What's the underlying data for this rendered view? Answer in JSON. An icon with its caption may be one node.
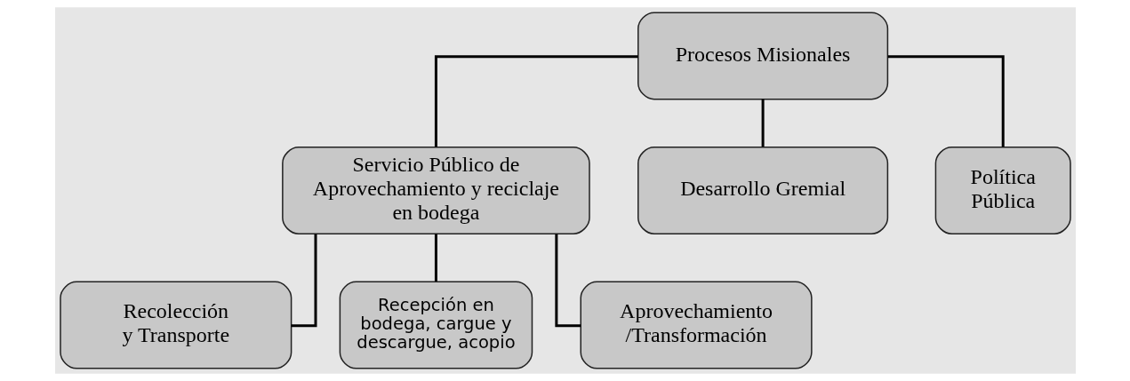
{
  "diagram": {
    "nodes": [
      {
        "text": [
          "Procesos Misionales"
        ]
      },
      {
        "text": [
          "Servicio Público de Aprovechamiento y reciclaje en bodega"
        ]
      },
      {
        "text": [
          "Desarrollo Gremial"
        ]
      },
      {
        "text": [
          "Política Pública"
        ]
      },
      {
        "text": [
          "Recolección y Transporte"
        ]
      },
      {
        "text": [
          "Recepción en bodega, cargue y descargue, acopio"
        ]
      },
      {
        "text": [
          "Aprovechamiento /Transformación"
        ]
      }
    ],
    "edges": [
      {
        "from": 0,
        "to": 1,
        "arrow": "none"
      },
      {
        "from": 0,
        "to": 2,
        "arrow": "none"
      },
      {
        "from": 0,
        "to": 3,
        "arrow": "none"
      },
      {
        "from": 1,
        "to": 4,
        "arrow": "none"
      },
      {
        "from": 1,
        "to": 5,
        "arrow": "none"
      },
      {
        "from": 1,
        "to": 6,
        "arrow": "none"
      }
    ]
  }
}
